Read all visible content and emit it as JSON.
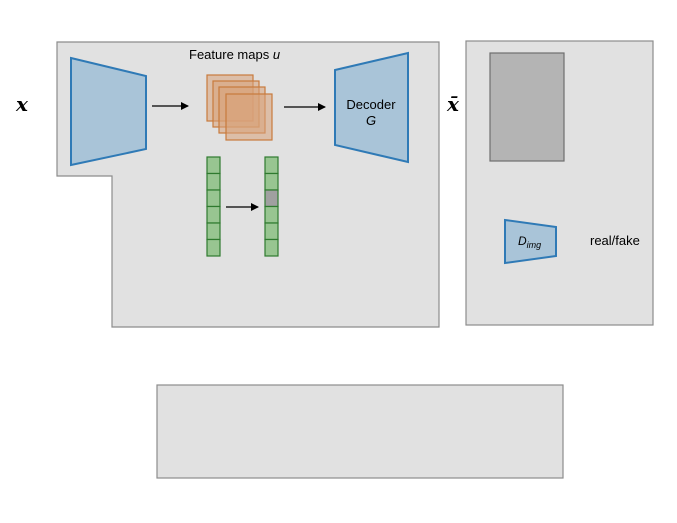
{
  "labels": {
    "feature_maps_text": "Feature maps ",
    "feature_maps_var": "u",
    "input_symbol": "x",
    "output_symbol": "x̄",
    "decoder_line1": "Decoder",
    "decoder_line2": "G",
    "disc_main": "D",
    "disc_sub": "img",
    "real_fake": "real/fake"
  },
  "colors": {
    "panel_fill": "#e1e1e1",
    "panel_stroke": "#8c8c8c",
    "trapezoid_fill": "#a9c4d8",
    "trapezoid_stroke": "#2f7ab6",
    "feature_map_fill": "#d9a37a",
    "feature_map_stroke": "#c87a3c",
    "vector_cell_fill": "#98c591",
    "vector_cell_stroke": "#2f7a2f",
    "masked_cell_fill": "#a0a0a0",
    "output_image_fill": "#b4b4b4",
    "output_image_stroke": "#6e6e6e",
    "arrow": "#000000"
  },
  "vectors": {
    "cell_count": 6,
    "masked_cell_index": 2
  }
}
